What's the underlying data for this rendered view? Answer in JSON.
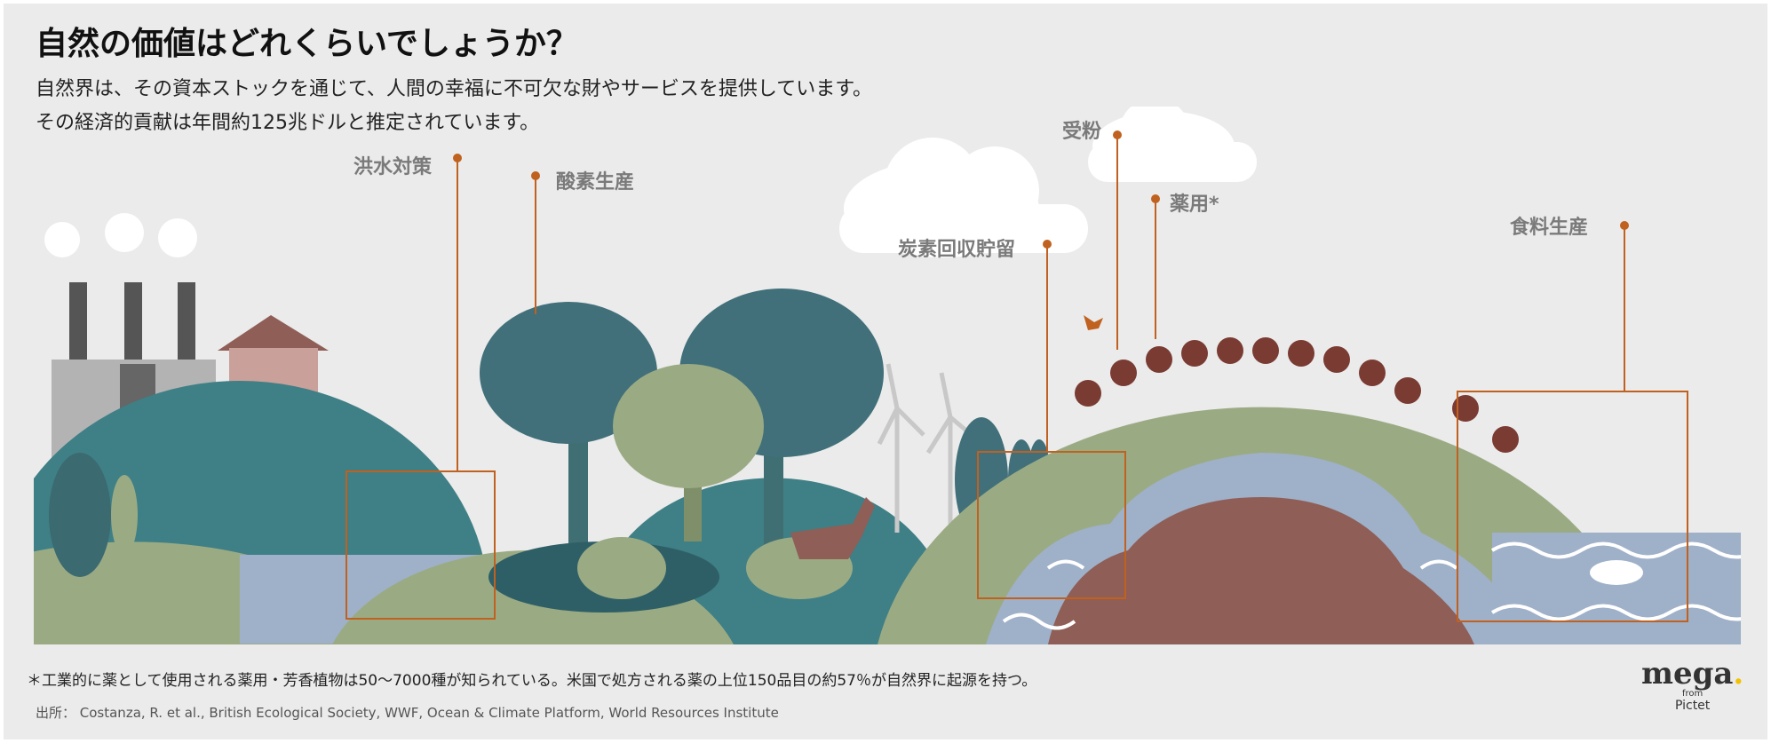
{
  "title": "自然の価値はどれくらいでしょうか？",
  "subtitle_lines": [
    "自然界は、その資本ストックを通じて、人間の幸福に不可欠な財やサービスを提供しています。",
    "その経済的貢献は年間約125兆ドルと推定されています。"
  ],
  "labels": {
    "flood": "洪水対策",
    "oxygen": "酸素生産",
    "pollination": "受粉",
    "medicine": "薬用*",
    "carbon": "炭素回収貯留",
    "food": "食料生産"
  },
  "footnote": "＊工業的に薬として使用される薬用・芳香植物は50～7000種が知られている。米国で処方される薬の上位150品目の約57％が自然界に起源を持つ。",
  "source": "出所： Costanza, R. et al., British Ecological Society, WWF, Ocean & Climate Platform, World Resources Institute",
  "logo": {
    "name": "mega",
    "dot": ".",
    "from": "from",
    "brand": "Pictet"
  },
  "colors": {
    "accent": "#c0611f",
    "teal": "#3f7f86",
    "sage": "#9aab84",
    "soil": "#8f5e56",
    "water": "#9fb0c9",
    "label": "#7a7a7a"
  }
}
